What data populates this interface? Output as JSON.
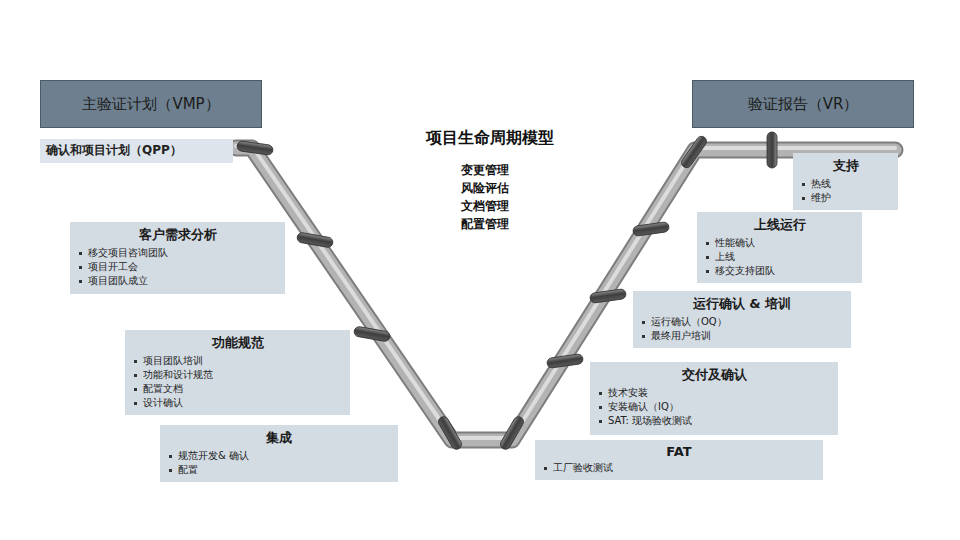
{
  "diagram": {
    "title": "项目生命周期模型",
    "nodes": [
      {
        "text": [
          "主验证计划（VMP）"
        ]
      },
      {
        "text": [
          "确认和项目计划（QPP）"
        ]
      },
      {
        "text": [
          "客户需求分析",
          "移交项目咨询团队",
          "项目开工会",
          "项目团队成立"
        ]
      },
      {
        "text": [
          "功能规范",
          "项目团队培训",
          "功能和设计规范",
          "配置文档",
          "设计确认"
        ]
      },
      {
        "text": [
          "集成",
          "规范开发& 确认",
          "配置"
        ]
      },
      {
        "text": [
          "FAT",
          "工厂验收测试"
        ]
      },
      {
        "text": [
          "交付及确认",
          "技术安装",
          "安装确认（IQ）",
          "SAT: 现场验收测试"
        ]
      },
      {
        "text": [
          "运行确认 & 培训",
          "运行确认（OQ）",
          "最终用户培训"
        ]
      },
      {
        "text": [
          "上线运行",
          "性能确认",
          "上线",
          "移交支持团队"
        ]
      },
      {
        "text": [
          "支持",
          "热线",
          "维护"
        ]
      },
      {
        "text": [
          "验证报告（VR）"
        ]
      }
    ],
    "labels": [
      "变更管理",
      "风险评估",
      "文档管理",
      "配置管理"
    ]
  }
}
